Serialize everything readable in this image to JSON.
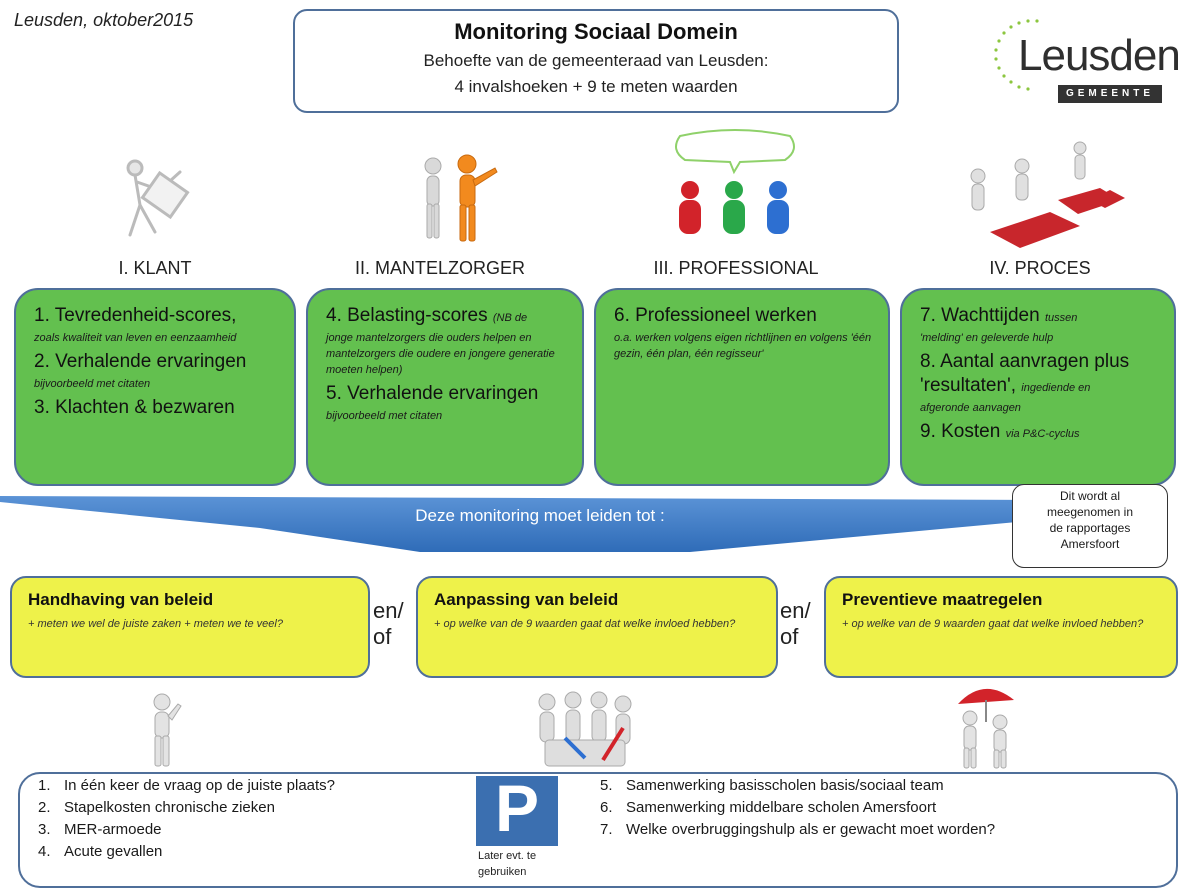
{
  "header": {
    "place_date": "Leusden, oktober2015",
    "title": "Monitoring Sociaal Domein",
    "subtitle_line1": "Behoefte van de gemeenteraad van Leusden:",
    "subtitle_line2": "4 invalshoeken + 9 te meten waarden",
    "logo_word": "Leusden",
    "logo_sub": "GEMEENTE"
  },
  "colors": {
    "green": "#63c04f",
    "yellow": "#eef24a",
    "blue": "#3b78c4",
    "border": "#4f6f9a"
  },
  "columns": [
    {
      "head": "I. KLANT",
      "items": [
        {
          "big": "1. Tevredenheid-scores,",
          "small": "zoals kwaliteit van leven en eenzaamheid"
        },
        {
          "big": "2. Verhalende ervaringen",
          "small": "bijvoorbeeld met citaten"
        },
        {
          "big": "3. Klachten & bezwaren",
          "small": ""
        }
      ]
    },
    {
      "head": "II. MANTELZORGER",
      "items": [
        {
          "big": "4. Belasting-scores",
          "small_inline": "(NB de",
          "small": "jonge mantelzorgers die ouders helpen en mantelzorgers die oudere en jongere generatie moeten helpen)"
        },
        {
          "big": "5. Verhalende ervaringen",
          "small": "bijvoorbeeld met citaten"
        }
      ]
    },
    {
      "head": "III. PROFESSIONAL",
      "items": [
        {
          "big": "6. Professioneel werken",
          "small": "o.a. werken volgens eigen richtlijnen en volgens 'één gezin, één plan, één regisseur'"
        }
      ]
    },
    {
      "head": "IV. PROCES",
      "items": [
        {
          "big": "7. Wachttijden",
          "small_inline": "tussen",
          "small": "'melding' en geleverde hulp"
        },
        {
          "big": "8. Aantal aanvragen plus 'resultaten',",
          "small_inline": "ingediende en",
          "small": "afgeronde aanvagen"
        },
        {
          "big": "9. Kosten",
          "small_inline": "via P&C-cyclus",
          "small": ""
        }
      ]
    }
  ],
  "banner": "Deze monitoring moet leiden tot :",
  "callout": [
    "Dit wordt al",
    "meegenomen in",
    "de rapportages",
    "Amersfoort"
  ],
  "outcomes": [
    {
      "title": "Handhaving van beleid",
      "desc": "+ meten we wel de juiste zaken + meten we te veel?"
    },
    {
      "title": "Aanpassing van beleid",
      "desc": "+ op welke van de 9 waarden gaat dat welke invloed hebben?"
    },
    {
      "title": "Preventieve maatregelen",
      "desc": "+ op welke van de 9 waarden gaat dat welke invloed hebben?"
    }
  ],
  "connector": {
    "line1": "en/",
    "line2": "of"
  },
  "parking": {
    "letter": "P",
    "caption_line1": "Later evt. te",
    "caption_line2": "gebruiken",
    "left": [
      {
        "num": "1.",
        "text": "In één keer de vraag op de juiste plaats?"
      },
      {
        "num": "2.",
        "text": "Stapelkosten chronische zieken"
      },
      {
        "num": "3.",
        "text": "MER-armoede"
      },
      {
        "num": "4.",
        "text": "Acute gevallen"
      }
    ],
    "right": [
      {
        "num": "5.",
        "text": "Samenwerking basisscholen basis/sociaal team"
      },
      {
        "num": "6.",
        "text": "Samenwerking middelbare scholen Amersfoort"
      },
      {
        "num": "7.",
        "text": "Welke overbruggingshulp als er gewacht moet worden?"
      }
    ]
  }
}
